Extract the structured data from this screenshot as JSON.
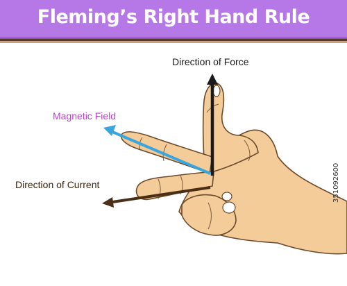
{
  "title": "Fleming’s Right Hand Rule",
  "labels": {
    "force": "Direction of Force",
    "field": "Magnetic Field",
    "current": "Direction of Current"
  },
  "stock_id": "351092600",
  "colors": {
    "title_bar": "#b578e6",
    "skin": "#f4cc9a",
    "skin_outline": "#6b4a2a",
    "force_arrow": "#1a1a1a",
    "field_arrow": "#3aa6dd",
    "current_arrow": "#4a2e16",
    "field_label": "#c33bd8"
  }
}
